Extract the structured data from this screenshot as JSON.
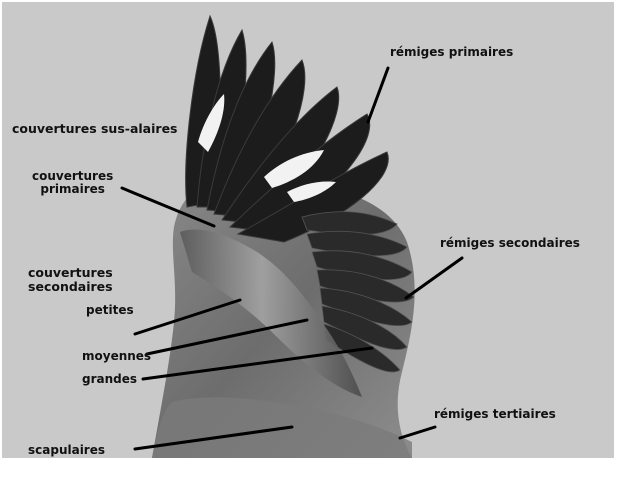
{
  "labels": {
    "remiges_primaires": "rémiges primaires",
    "couvertures_sus_alaires": "couvertures sus-alaires",
    "couvertures_primaires_line1": "couvertures",
    "couvertures_primaires_line2": "primaires",
    "couvertures_secondaires_line1": "couvertures",
    "couvertures_secondaires_line2": "secondaires",
    "remiges_secondaires": "rémiges secondaires",
    "petites": "petites",
    "moyennes": "moyennes",
    "grandes": "grandes",
    "remiges_tertiaires": "rémiges tertiaires",
    "scapulaires": "scapulaires"
  },
  "colors": {
    "background": "#c9c9c9",
    "label_text": "#111111",
    "leader_line": "#000000"
  }
}
